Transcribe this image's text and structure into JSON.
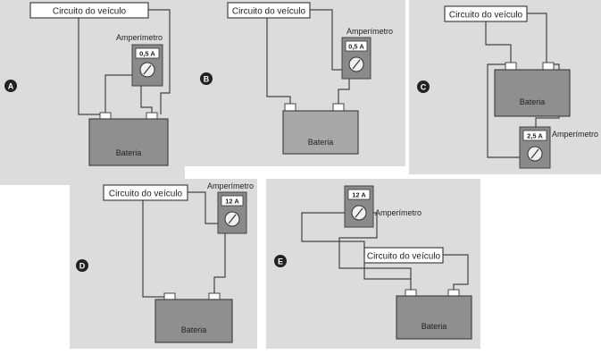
{
  "labels": {
    "circuit": "Circuito do veículo",
    "meter": "Amperímetro",
    "battery": "Bateria"
  },
  "panels": [
    {
      "letter": "A",
      "reading": "0,5 A"
    },
    {
      "letter": "B",
      "reading": "0,5 A"
    },
    {
      "letter": "C",
      "reading": "2,5 A"
    },
    {
      "letter": "D",
      "reading": "12 A"
    },
    {
      "letter": "E",
      "reading": "12 A"
    }
  ],
  "colors": {
    "panel_background": "#dcdcdc",
    "battery_fill": "#8f8f8f",
    "battery_fill_light": "#a8a8a8",
    "meter_body": "#8a8a8a",
    "wire": "#444444"
  },
  "icons": {
    "badge": "circled-letter-icon",
    "dial": "meter-dial-icon"
  }
}
